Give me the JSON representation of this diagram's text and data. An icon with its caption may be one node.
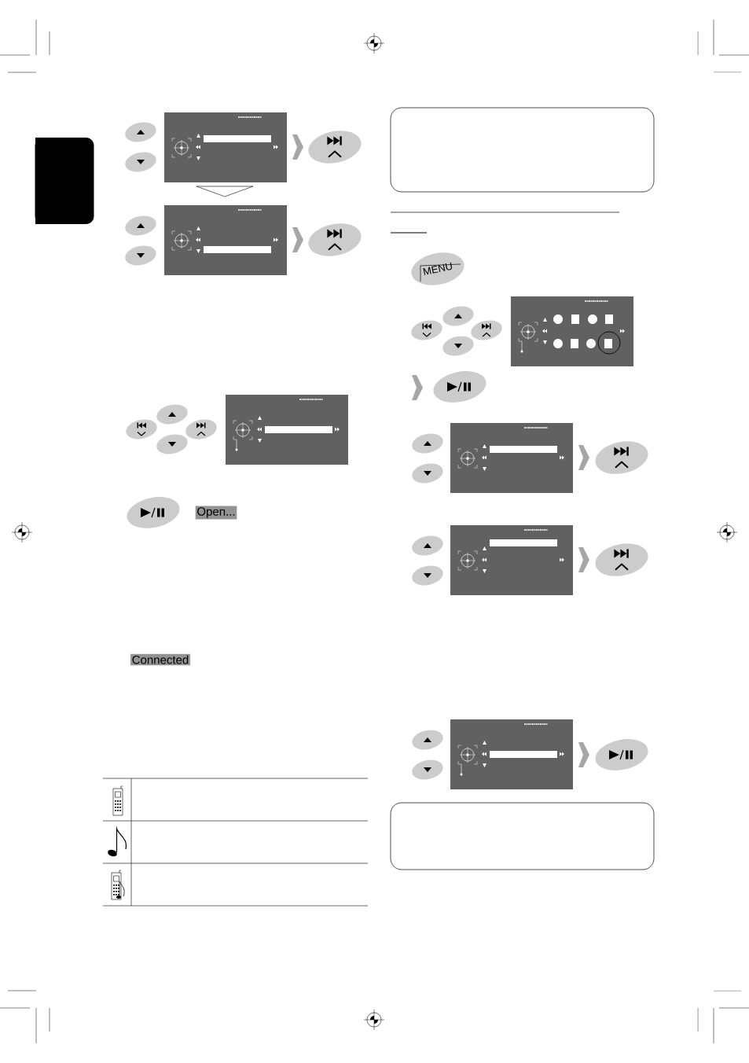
{
  "diagram": {
    "nodes": [
      {
        "text": [],
        "shape": "box"
      },
      {
        "text": [
          "Open..."
        ]
      },
      {
        "text": [
          "Connected"
        ]
      },
      {
        "text": [],
        "shape": "box"
      },
      {
        "text": [
          "MENU"
        ]
      },
      {
        "text": [],
        "shape": "box"
      }
    ]
  }
}
